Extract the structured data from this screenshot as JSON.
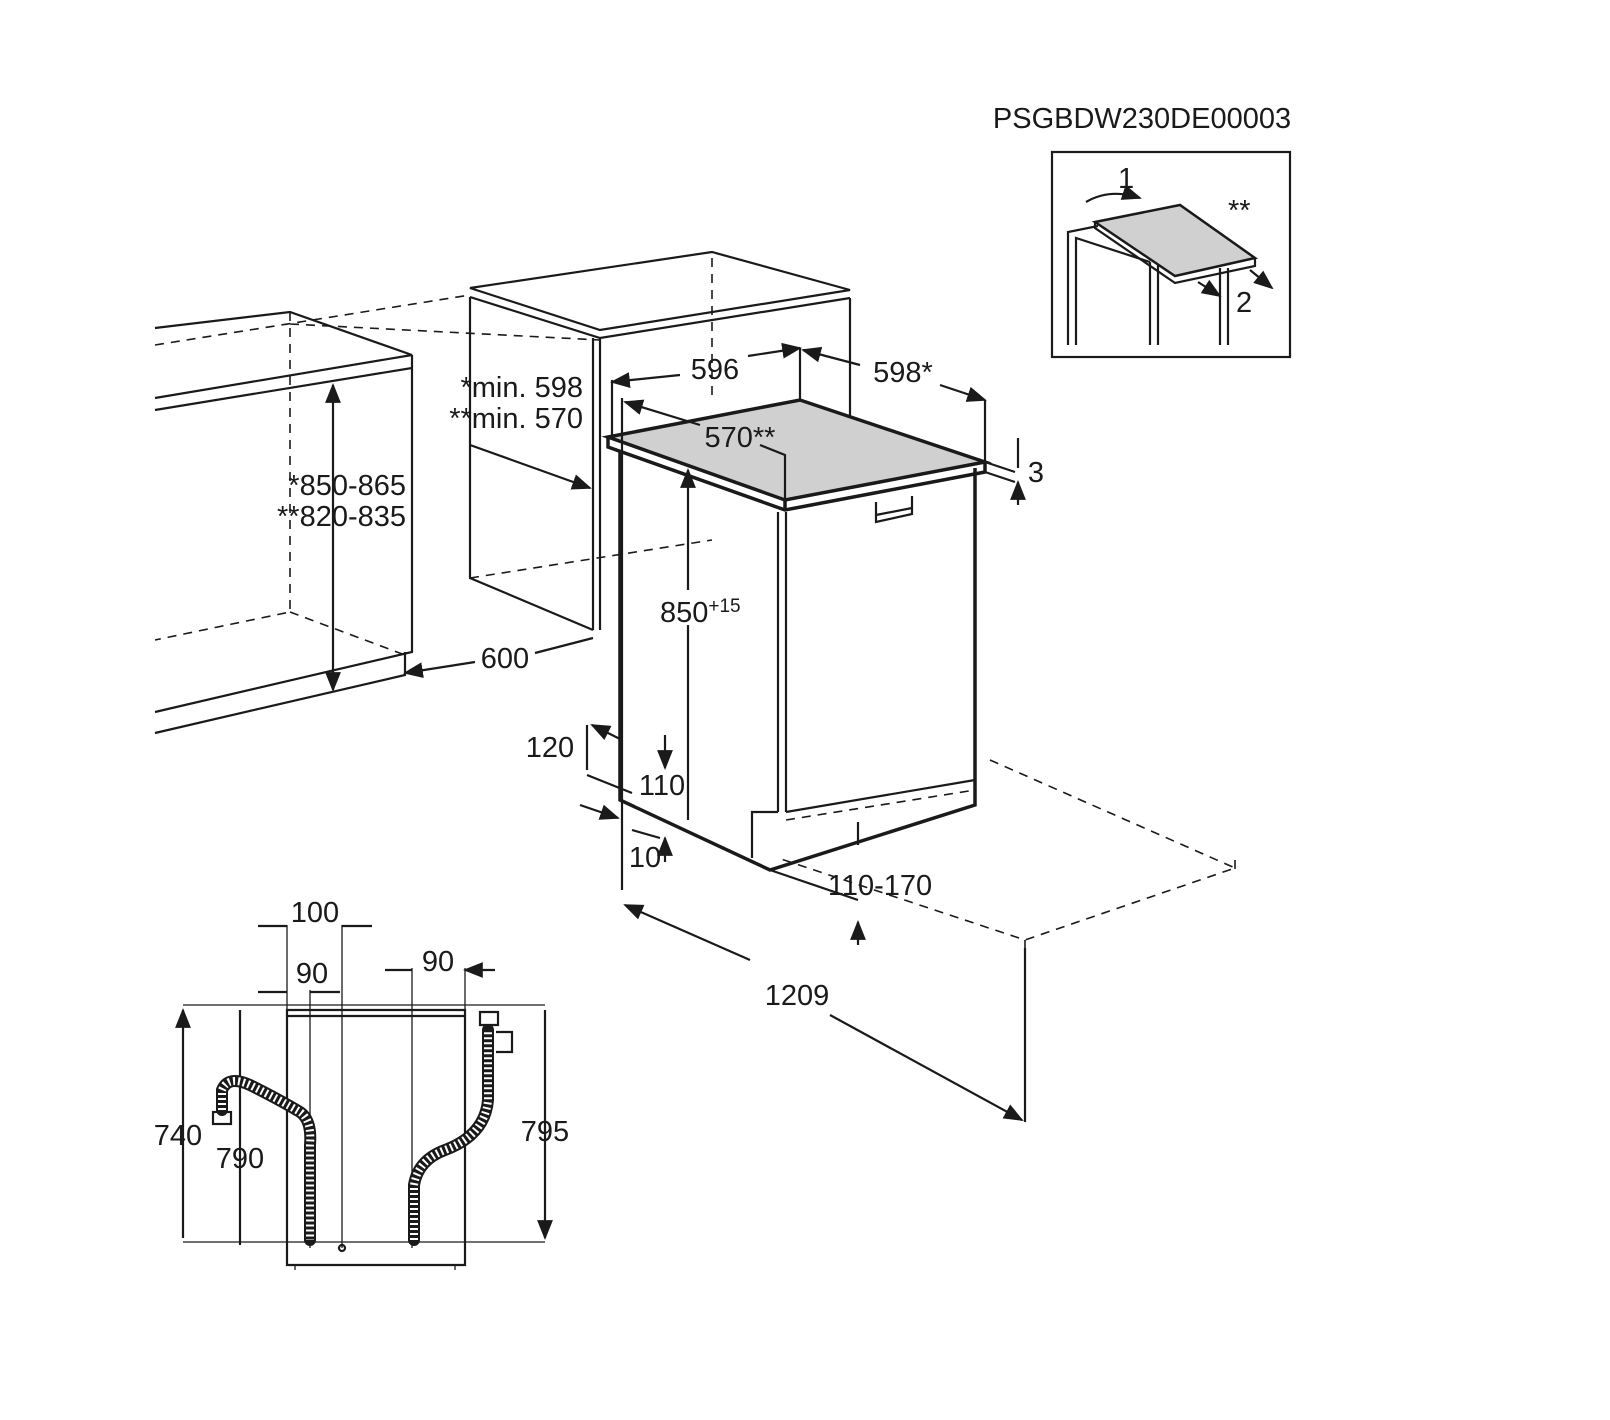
{
  "title": "PSGBDW230DE00003",
  "inset": {
    "step1": "1",
    "step2": "2",
    "note": "**"
  },
  "labels": {
    "niche_width_1": "*min. 598",
    "niche_width_2": "**min. 570",
    "niche_height_1": "*850-865",
    "niche_height_2": "**820-835",
    "width": "596",
    "depth": "598*",
    "depth_alt": "570**",
    "top_thickness": "3",
    "height": "850",
    "height_sup": "+15",
    "cabinet_depth": "600",
    "dim_120": "120",
    "dim_110": "110",
    "dim_10": "10",
    "plinth": "110-170",
    "door_open": "1209",
    "rear_100": "100",
    "rear_90_left": "90",
    "rear_90_right": "90",
    "rear_740": "740",
    "rear_790": "790",
    "rear_795": "795"
  },
  "colors": {
    "line": "#1a1a1a",
    "worktop": "#d0d0d0"
  }
}
